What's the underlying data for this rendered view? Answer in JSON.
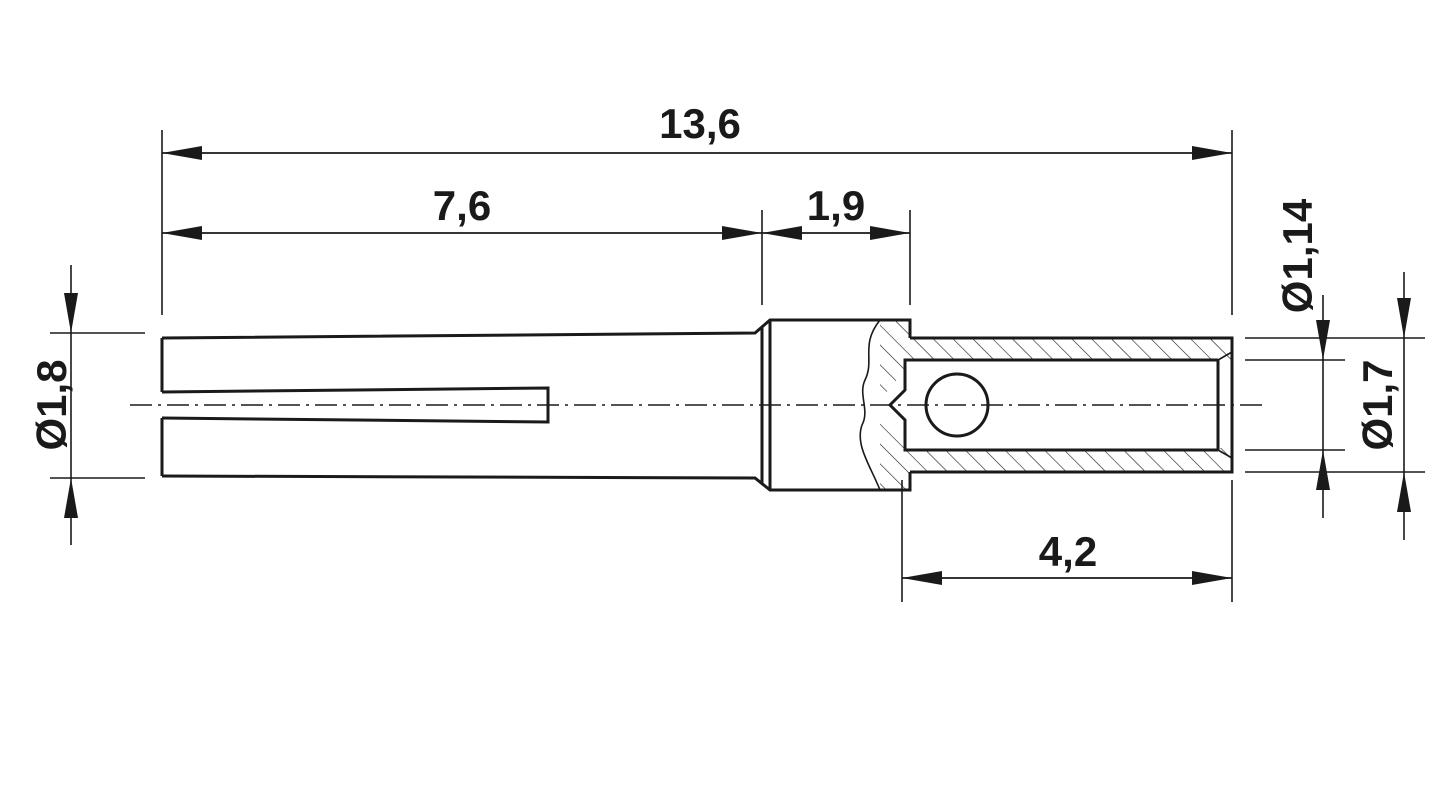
{
  "dimensions": {
    "overall_length": "13,6",
    "slotted_length": "7,6",
    "collar_length": "1,9",
    "bore_depth": "4,2",
    "pin_diameter": "Ø1,8",
    "inner_diameter": "Ø1,14",
    "outer_diameter": "Ø1,7"
  },
  "colors": {
    "line": "#1a1a1a",
    "background": "#ffffff"
  }
}
